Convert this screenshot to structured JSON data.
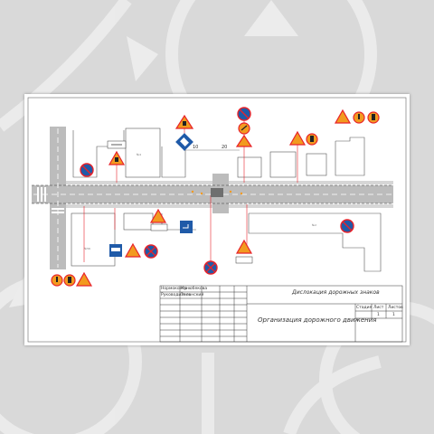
{
  "drawing": {
    "subtitle": "Дислокация дорожных знаков",
    "title": "Организация дорожного движения",
    "dimensions": [
      "10",
      "20"
    ],
    "title_block": {
      "role_1": "Нормоконтр",
      "name_1": "Канюбекова",
      "role_2": "Руководитель",
      "name_2": "Зеленский",
      "col_stage": "Стадия",
      "col_sheet": "Лист",
      "col_sheets": "Листов",
      "sheet_value": "1",
      "sheets_value": "1"
    }
  },
  "palette": {
    "background": "#d9d9d9",
    "sign_orange": "#f29a1f",
    "sign_red": "#e8232a",
    "sign_blue": "#1f5aa8",
    "road_gray": "#bcbcbc",
    "building_line": "#555555"
  },
  "icons": [
    "arrow-watermark-icon",
    "road-works-sign-icon",
    "no-stopping-sign-icon",
    "direction-sign-icon",
    "no-entry-sign-icon",
    "traffic-light-sign-icon"
  ]
}
